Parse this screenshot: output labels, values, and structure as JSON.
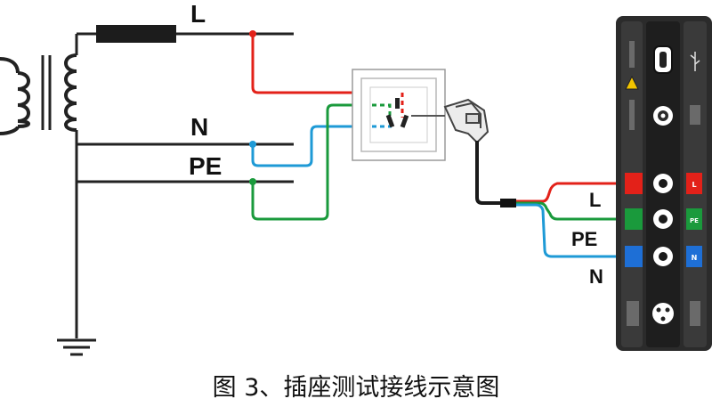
{
  "labels": {
    "left_L": "L",
    "left_N": "N",
    "left_PE": "PE",
    "right_L": "L",
    "right_PE": "PE",
    "right_N": "N"
  },
  "caption": "图 3、插座测试接线示意图",
  "instrument": {
    "terminal_labels": [
      "L",
      "PE",
      "N"
    ]
  },
  "colors": {
    "L": "#e32119",
    "PE": "#1a9a3c",
    "N": "#1e9ad6",
    "lines": "#222222",
    "instrument_body": "#2b2b2b"
  },
  "icons": [
    "transformer-icon",
    "inductor-icon",
    "socket-icon",
    "plug-icon",
    "ground-icon",
    "usb-icon",
    "warning-icon"
  ]
}
